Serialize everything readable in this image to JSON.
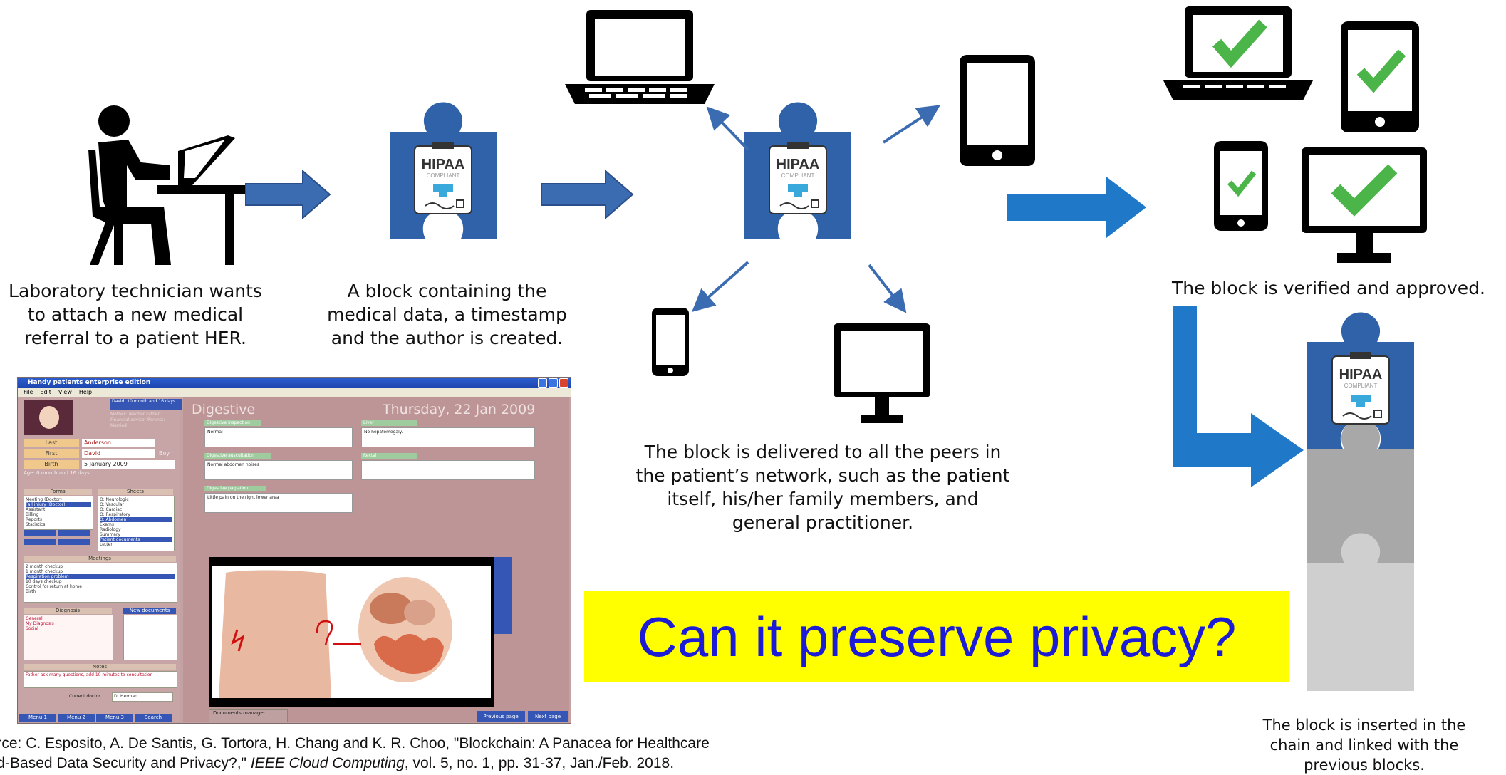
{
  "captions": {
    "technician": "Laboratory technician wants to attach a new medical referral to a patient HER.",
    "block_created": "A block containing the medical data, a timestamp and the author is created.",
    "delivered": "The block is delivered to all the peers in the patient’s network, such as the patient itself, his/her family members, and general practitioner.",
    "verified": "The block is verified and approved.",
    "inserted": "The block is inserted in the chain and linked with the previous blocks."
  },
  "badge": {
    "title": "HIPAA",
    "subtitle": "COMPLIANT"
  },
  "question": "Can it preserve privacy?",
  "source": {
    "line1": "ource: C. Esposito, A. De Santis, G. Tortora, H. Chang and K. R. Choo, \"Blockchain: A Panacea for Healthcare",
    "line2_pre": "oud-Based Data Security and Privacy?,\" ",
    "line2_journal": "IEEE Cloud Computing",
    "line2_post": ", vol. 5, no. 1, pp. 31-37, Jan./Feb. 2018."
  },
  "colors": {
    "puzzle_blue": "#2f62a8",
    "arrow_blue": "#3b6bb0",
    "arrow_bright": "#1f78c8",
    "check_green": "#4cb54a",
    "question_bg": "#ffff00",
    "question_text": "#1c1cd6",
    "grey_dark": "#a8a8a8",
    "grey_light": "#cfcfcf"
  },
  "app": {
    "window_title": "Handy patients enterprise edition",
    "menu": [
      "File",
      "Edit",
      "View",
      "Help"
    ],
    "patient_info": "David: 10 month and 16 days",
    "mother_father": "Mother: Teacher Father: Financial advisor Parents: Married",
    "fields": {
      "last_label": "Last",
      "last_value": "Anderson",
      "first_label": "First",
      "first_value": "David",
      "first_extra": "Boy",
      "birth_label": "Birth",
      "birth_value": "5 January 2009"
    },
    "age": "Age: 0 month and 16 days",
    "forms_header": "Forms",
    "forms": [
      "Meeting (Doctor)",
      "Fall injury (Doctor)",
      "Assistant",
      "Billing",
      "Reports",
      "Statistics"
    ],
    "sheets_header": "Sheets",
    "sheets": [
      "O: Neurologic",
      "O: Vascular",
      "O: Cardiac",
      "O: Respiratory",
      "O: Abdomen",
      "Exams",
      "Radiology",
      "Summary",
      "Patient documents",
      "Letter"
    ],
    "meetings_header": "Meetings",
    "meetings": [
      "2 month checkup",
      "1 month checkup",
      "Respiration problem",
      "10 days checkup",
      "Control for return at home",
      "Birth"
    ],
    "diagnosis_header": "Diagnosis",
    "diagnosis": [
      "General",
      "My Diagnosis",
      "Social"
    ],
    "new_docs_header": "New documents",
    "notes_header": "Notes",
    "notes": "Father ask many questions, add 10 minutes to consultation",
    "current_doctor_label": "Current doctor",
    "current_doctor": "Dr Herman",
    "tabs": [
      "Menu 1",
      "Menu 2",
      "Menu 3",
      "Search"
    ],
    "section": "Digestive",
    "date": "Thursday, 22 Jan 2009",
    "inspection_label": "Digestive inspection",
    "inspection_value": "Normal",
    "liver_label": "Liver",
    "liver_value": "No hepatomegaly.",
    "auscultation_label": "Digestive auscultation",
    "auscultation_value": "Normal abdomen noises",
    "rectal_label": "Rectal",
    "palpation_label": "Digestive palpation",
    "palpation_value": "Little pain on the right lower area",
    "documents_manager": "Documents manager",
    "previous_page": "Previous page",
    "next_page": "Next page"
  }
}
